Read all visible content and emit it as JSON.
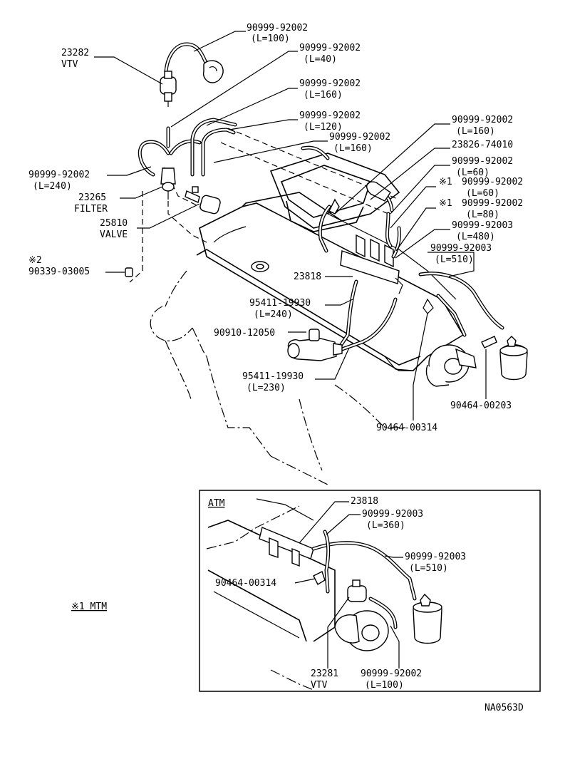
{
  "drawing_code": "NA0563D",
  "labels": {
    "hose_l100_top": "90999-92002",
    "hose_l100_top_len": "(L=100)",
    "vtv_23282": "23282",
    "vtv_23282_name": "VTV",
    "hose_l40": "90999-92002",
    "hose_l40_len": "(L=40)",
    "hose_l160_a": "90999-92002",
    "hose_l160_a_len": "(L=160)",
    "hose_l120": "90999-92002",
    "hose_l120_len": "(L=120)",
    "hose_l160_b": "90999-92002",
    "hose_l160_b_len": "(L=160)",
    "hose_l160_c": "90999-92002",
    "hose_l160_c_len": "(L=160)",
    "pipe_23826": "23826-74010",
    "hose_l60_a": "90999-92002",
    "hose_l60_a_len": "(L=60)",
    "hose_l60_b_mark": "※1",
    "hose_l60_b": "90999-92002",
    "hose_l60_b_len": "(L=60)",
    "hose_l80_mark": "※1",
    "hose_l80": "90999-92002",
    "hose_l80_len": "(L=80)",
    "hose_l240_left": "90999-92002",
    "hose_l240_left_len": "(L=240)",
    "filter_23265": "23265",
    "filter_23265_name": "FILTER",
    "valve_25810": "25810",
    "valve_25810_name": "VALVE",
    "hose_l480": "90999-92003",
    "hose_l480_len": "(L=480)",
    "hose_l510": "90999-92003",
    "hose_l510_len": "(L=510)",
    "plug_mark": "※2",
    "plug_90339": "90339-03005",
    "bracket_23818": "23818",
    "hose_95411_l240": "95411-19930",
    "hose_95411_l240_len": "(L=240)",
    "vsv_90910": "90910-12050",
    "hose_95411_l230": "95411-19930",
    "hose_95411_l230_len": "(L=230)",
    "clamp_90464_00203": "90464-00203",
    "clamp_90464_00314": "90464-00314",
    "atm_title": "ATM",
    "atm_bracket_23818": "23818",
    "atm_hose_l360": "90999-92003",
    "atm_hose_l360_len": "(L=360)",
    "atm_hose_l510": "90999-92003",
    "atm_hose_l510_len": "(L=510)",
    "atm_clamp_90464_00314": "90464-00314",
    "atm_vtv_23281": "23281",
    "atm_vtv_23281_name": "VTV",
    "atm_hose_l100": "90999-92002",
    "atm_hose_l100_len": "(L=100)",
    "note_mtm": "※1 MTM"
  }
}
